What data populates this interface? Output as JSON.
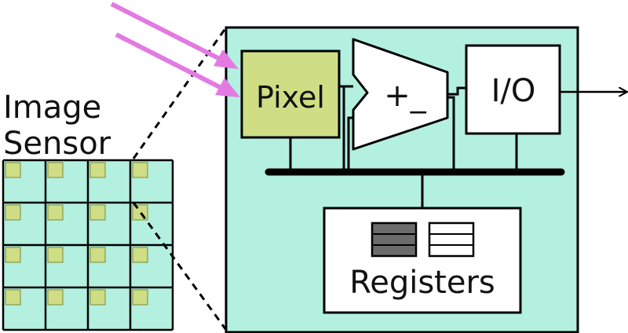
{
  "labels": {
    "image_sensor_line1": "Image",
    "image_sensor_line2": "Sensor",
    "pixel": "Pixel",
    "comparator": "+_",
    "io": "I/O",
    "registers": "Registers"
  },
  "colors": {
    "chip_fill": "#b3f0df",
    "pixel_fill": "#cfdd85",
    "light_arrow": "#e27ae2",
    "line": "#000000",
    "register_dark": "#6b6b6b",
    "box_fill": "#ffffff"
  },
  "sensor_grid": {
    "rows": 4,
    "cols": 4
  }
}
